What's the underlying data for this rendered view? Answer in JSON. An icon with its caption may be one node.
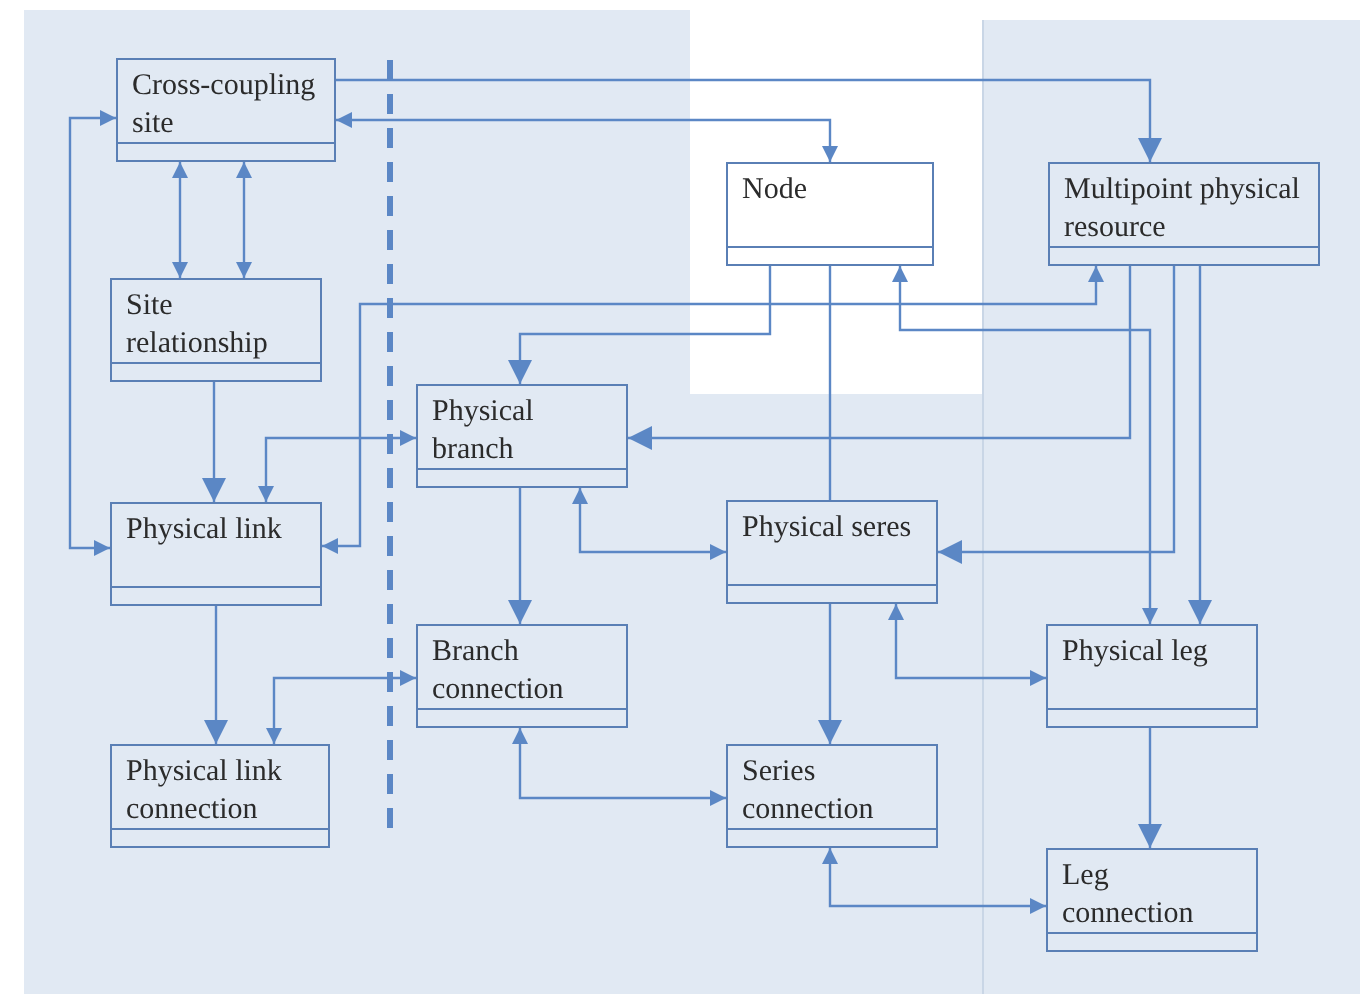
{
  "diagram": {
    "nodes": [
      {
        "text": [
          "Cross-coupling site"
        ]
      },
      {
        "text": [
          "Node"
        ]
      },
      {
        "text": [
          "Multipoint physical resource"
        ]
      },
      {
        "text": [
          "Site relationship"
        ]
      },
      {
        "text": [
          "Physical branch"
        ]
      },
      {
        "text": [
          "Physical link"
        ]
      },
      {
        "text": [
          "Physical seres"
        ]
      },
      {
        "text": [
          "Branch connection"
        ]
      },
      {
        "text": [
          "Physical leg"
        ]
      },
      {
        "text": [
          "Physical link connection"
        ]
      },
      {
        "text": [
          "Series connection"
        ]
      },
      {
        "text": [
          "Leg connection"
        ]
      }
    ],
    "edges": [
      {
        "from": 0,
        "to": 2,
        "arrow": "to"
      },
      {
        "from": 1,
        "to": 0,
        "arrow": "both"
      },
      {
        "from": 0,
        "to": 3,
        "arrow": "both"
      },
      {
        "from": 0,
        "to": 3,
        "arrow": "both"
      },
      {
        "from": 5,
        "to": 0,
        "arrow": "both"
      },
      {
        "from": 3,
        "to": 5,
        "arrow": "to"
      },
      {
        "from": 4,
        "to": 5,
        "arrow": "both"
      },
      {
        "from": 2,
        "to": 5,
        "arrow": "both"
      },
      {
        "from": 1,
        "to": 4,
        "arrow": "to"
      },
      {
        "from": 2,
        "to": 4,
        "arrow": "to"
      },
      {
        "from": 1,
        "to": 8,
        "arrow": "both"
      },
      {
        "from": 2,
        "to": 6,
        "arrow": "to"
      },
      {
        "from": 2,
        "to": 8,
        "arrow": "to"
      },
      {
        "from": 1,
        "to": 6,
        "arrow": "none"
      },
      {
        "from": 6,
        "to": 10,
        "arrow": "to"
      },
      {
        "from": 4,
        "to": 7,
        "arrow": "to"
      },
      {
        "from": 4,
        "to": 6,
        "arrow": "both"
      },
      {
        "from": 7,
        "to": 9,
        "arrow": "both"
      },
      {
        "from": 5,
        "to": 9,
        "arrow": "to"
      },
      {
        "from": 7,
        "to": 10,
        "arrow": "both"
      },
      {
        "from": 6,
        "to": 8,
        "arrow": "both"
      },
      {
        "from": 8,
        "to": 11,
        "arrow": "to"
      },
      {
        "from": 10,
        "to": 11,
        "arrow": "both"
      }
    ]
  }
}
